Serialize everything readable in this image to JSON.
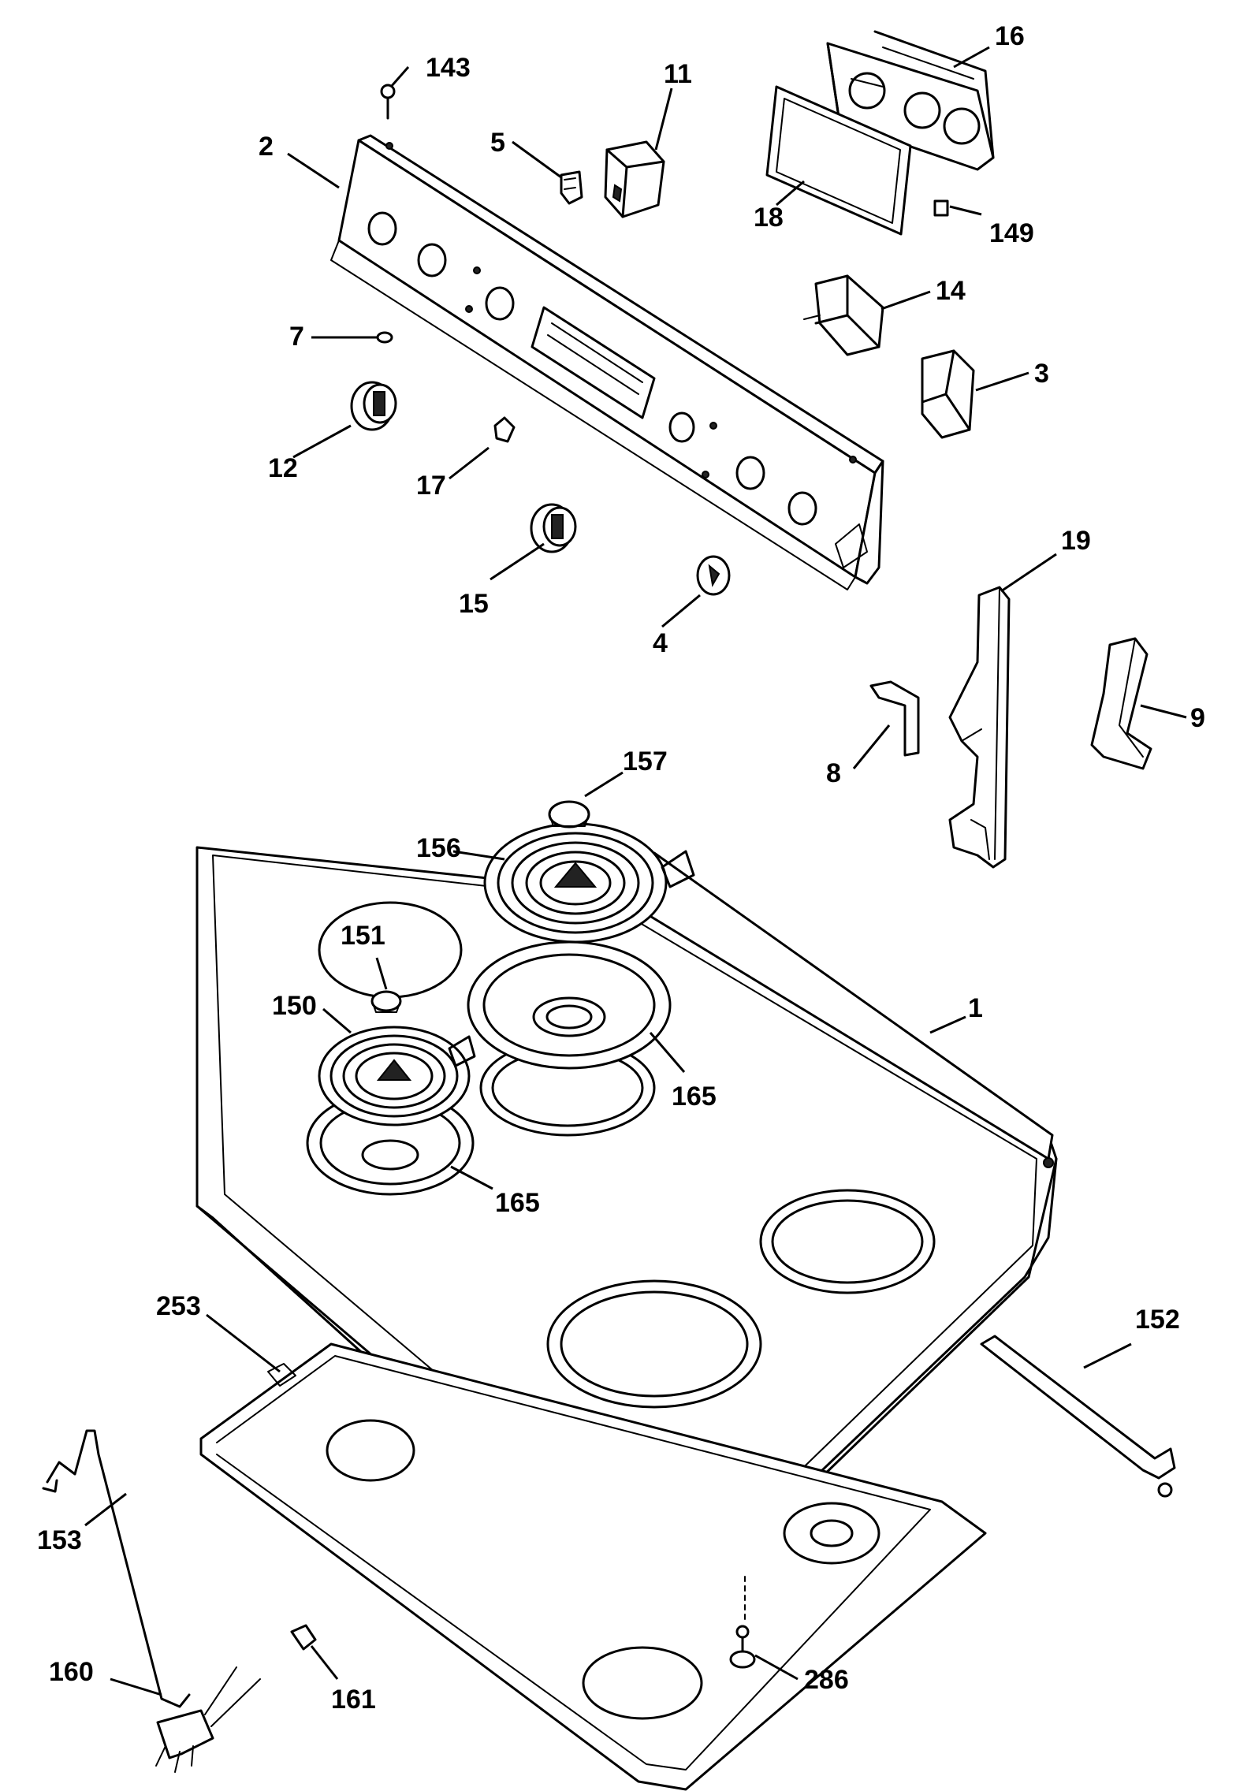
{
  "parts": [
    {
      "id": "p1",
      "label": "1"
    },
    {
      "id": "p2",
      "label": "2"
    },
    {
      "id": "p3",
      "label": "3"
    },
    {
      "id": "p4",
      "label": "4"
    },
    {
      "id": "p5",
      "label": "5"
    },
    {
      "id": "p7",
      "label": "7"
    },
    {
      "id": "p8",
      "label": "8"
    },
    {
      "id": "p9",
      "label": "9"
    },
    {
      "id": "p11",
      "label": "11"
    },
    {
      "id": "p12",
      "label": "12"
    },
    {
      "id": "p14",
      "label": "14"
    },
    {
      "id": "p15",
      "label": "15"
    },
    {
      "id": "p16",
      "label": "16"
    },
    {
      "id": "p17",
      "label": "17"
    },
    {
      "id": "p18",
      "label": "18"
    },
    {
      "id": "p19",
      "label": "19"
    },
    {
      "id": "p143",
      "label": "143"
    },
    {
      "id": "p149",
      "label": "149"
    },
    {
      "id": "p150",
      "label": "150"
    },
    {
      "id": "p151",
      "label": "151"
    },
    {
      "id": "p152",
      "label": "152"
    },
    {
      "id": "p153",
      "label": "153"
    },
    {
      "id": "p156",
      "label": "156"
    },
    {
      "id": "p157",
      "label": "157"
    },
    {
      "id": "p160",
      "label": "160"
    },
    {
      "id": "p161",
      "label": "161"
    },
    {
      "id": "p165a",
      "label": "165"
    },
    {
      "id": "p165b",
      "label": "165"
    },
    {
      "id": "p253",
      "label": "253"
    },
    {
      "id": "p286",
      "label": "286"
    }
  ]
}
